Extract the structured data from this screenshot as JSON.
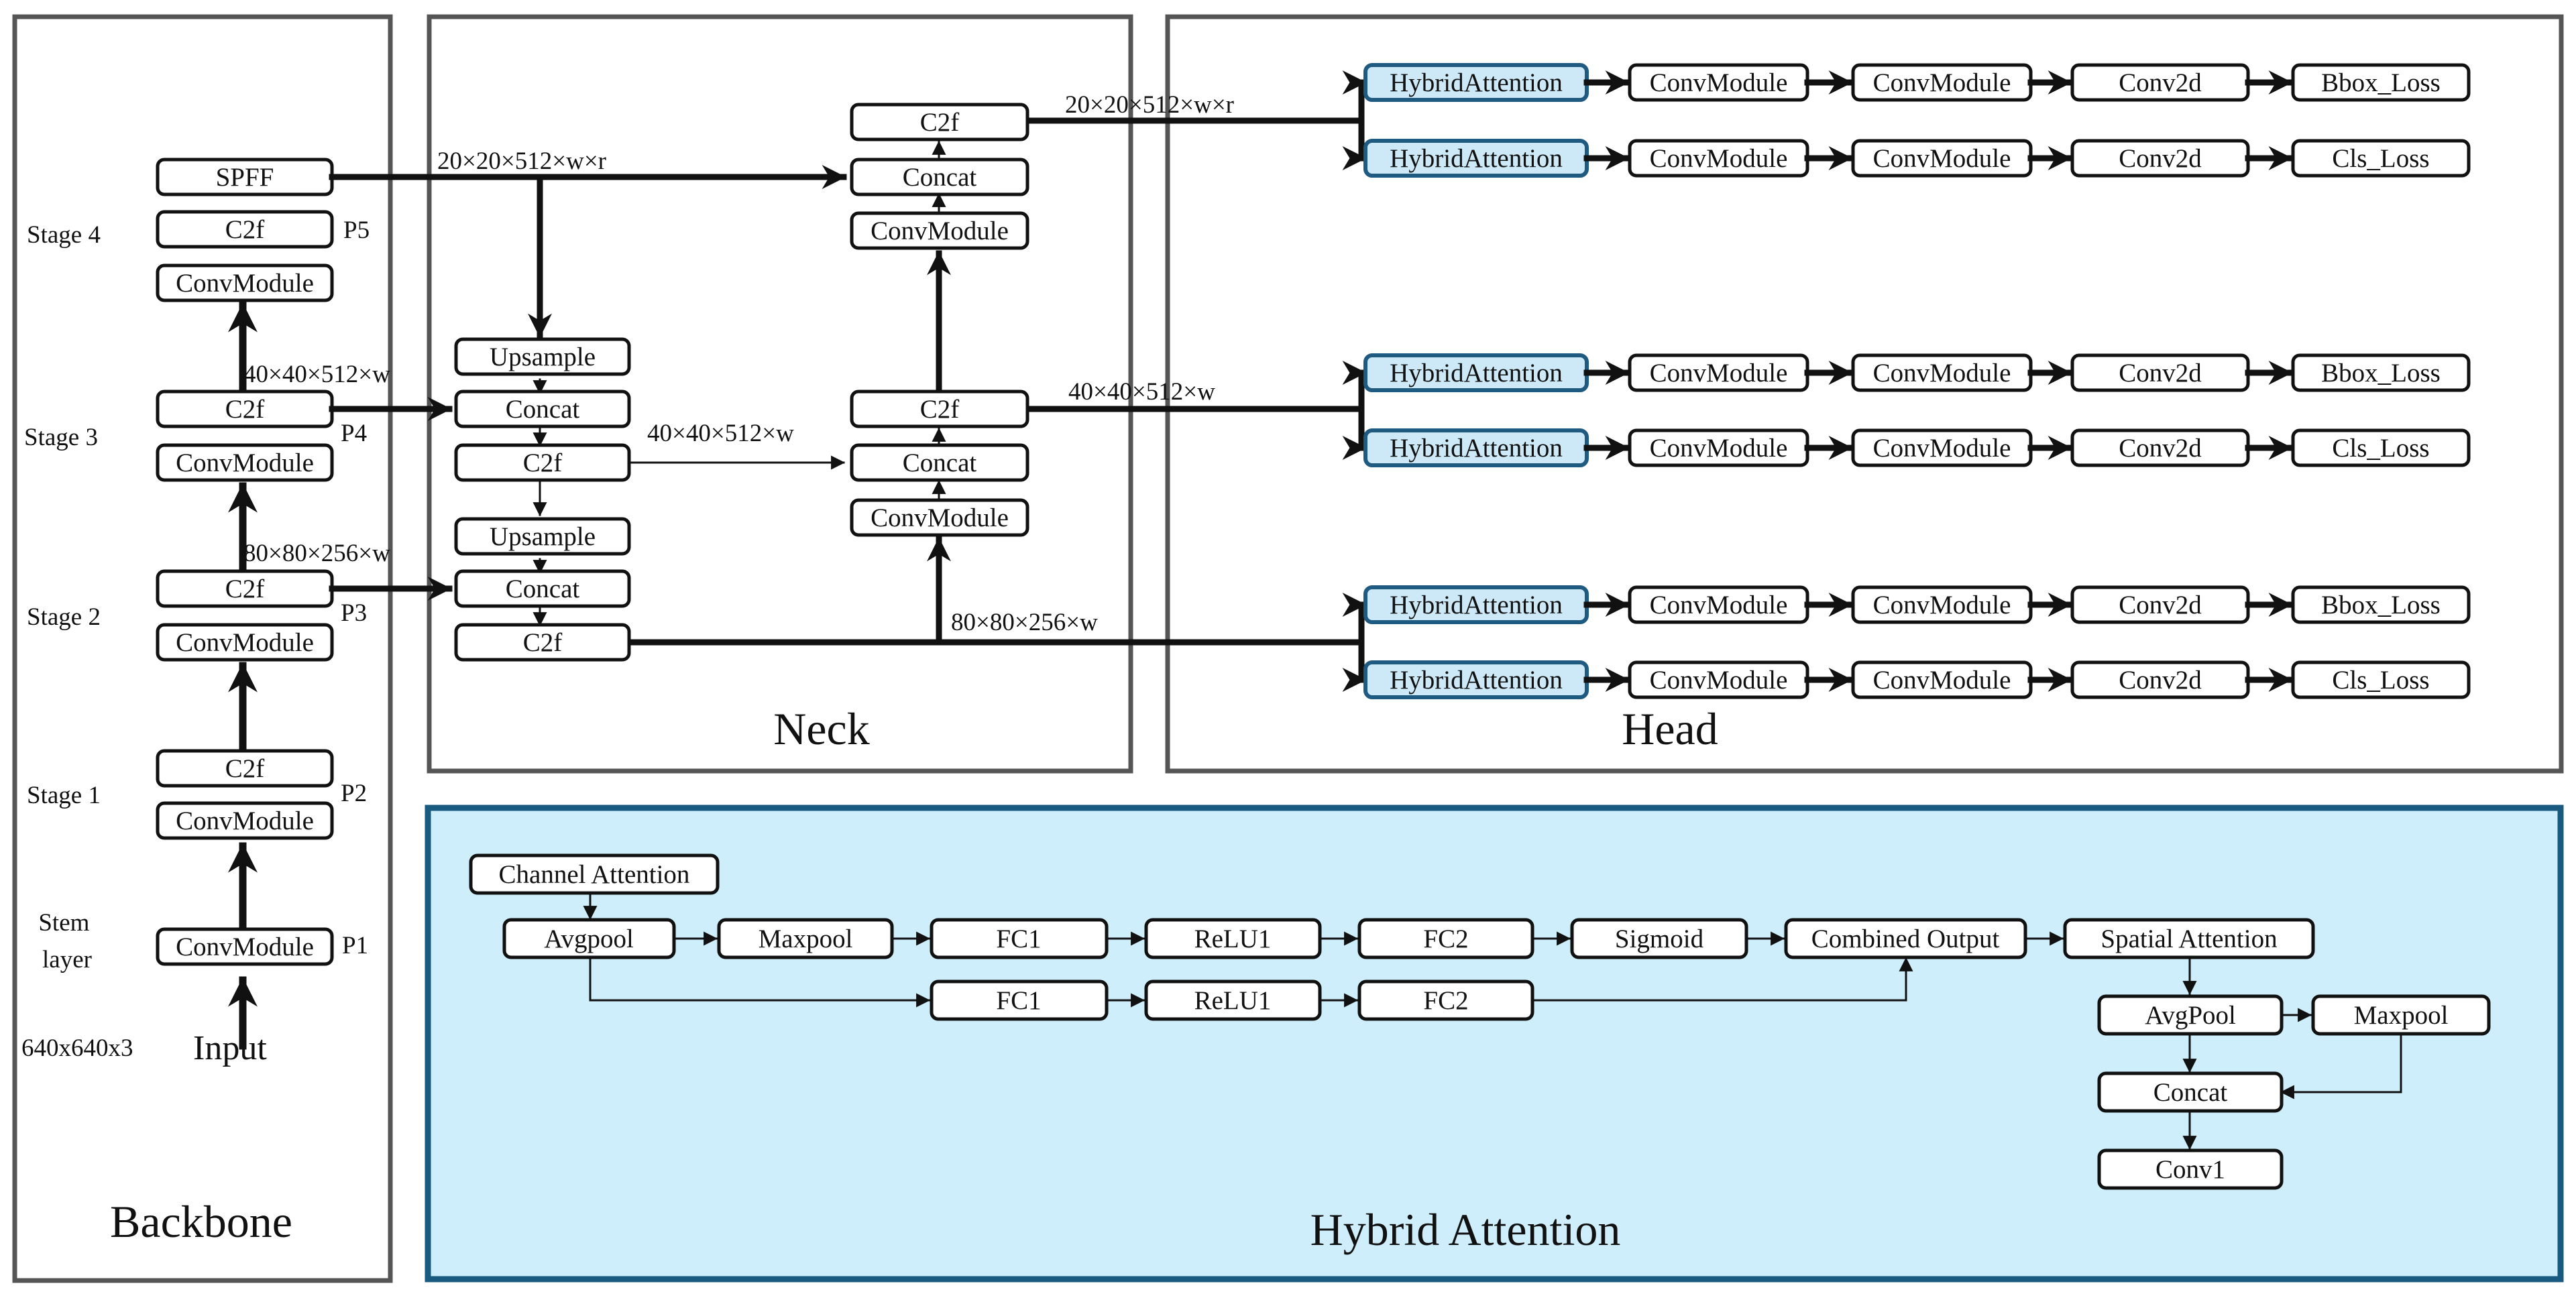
{
  "colors": {
    "panel_border": "#555555",
    "attention_panel_fill": "#cdeefa",
    "attention_panel_border": "#185a80",
    "attention_box_fill": "#cde9f7",
    "attention_box_border": "#1f5a80",
    "box_border": "#111111"
  },
  "backbone": {
    "title": "Backbone",
    "input_label": "Input",
    "input_size": "640x640x3",
    "stages": [
      {
        "label": "Stage 4"
      },
      {
        "label": "Stage 3"
      },
      {
        "label": "Stage 2"
      },
      {
        "label": "Stage 1"
      },
      {
        "label": "Stem\nlayer"
      }
    ],
    "p_labels": [
      "P5",
      "P4",
      "P3",
      "P2",
      "P1"
    ],
    "blocks": [
      "SPFF",
      "C2f",
      "ConvModule",
      "C2f",
      "ConvModule",
      "C2f",
      "ConvModule",
      "C2f",
      "ConvModule",
      "ConvModule"
    ],
    "edge_labels": [
      "40×40×512×w",
      "80×80×256×w"
    ]
  },
  "neck": {
    "title": "Neck",
    "blocks": [
      "Upsample",
      "Concat",
      "C2f",
      "Upsample",
      "Concat",
      "C2f",
      "C2f",
      "Concat",
      "ConvModule",
      "C2f",
      "Concat",
      "ConvModule"
    ],
    "edge_labels": [
      "20×20×512×w×r",
      "40×40×512×w",
      "20×20×512×w×r",
      "40×40×512×w",
      "80×80×256×w"
    ]
  },
  "head": {
    "title": "Head",
    "rows": [
      [
        "HybridAttention",
        "ConvModule",
        "ConvModule",
        "Conv2d",
        "Bbox_Loss"
      ],
      [
        "HybridAttention",
        "ConvModule",
        "ConvModule",
        "Conv2d",
        "Cls_Loss"
      ],
      [
        "HybridAttention",
        "ConvModule",
        "ConvModule",
        "Conv2d",
        "Bbox_Loss"
      ],
      [
        "HybridAttention",
        "ConvModule",
        "ConvModule",
        "Conv2d",
        "Cls_Loss"
      ],
      [
        "HybridAttention",
        "ConvModule",
        "ConvModule",
        "Conv2d",
        "Bbox_Loss"
      ],
      [
        "HybridAttention",
        "ConvModule",
        "ConvModule",
        "Conv2d",
        "Cls_Loss"
      ]
    ]
  },
  "hybrid_attention": {
    "title": "Hybrid Attention",
    "blocks": [
      "Channel Attention",
      "Avgpool",
      "Maxpool",
      "FC1",
      "ReLU1",
      "FC2",
      "Sigmoid",
      "Combined Output",
      "Spatial Attention",
      "FC1",
      "ReLU1",
      "FC2",
      "AvgPool",
      "Maxpool",
      "Concat",
      "Conv1"
    ]
  }
}
